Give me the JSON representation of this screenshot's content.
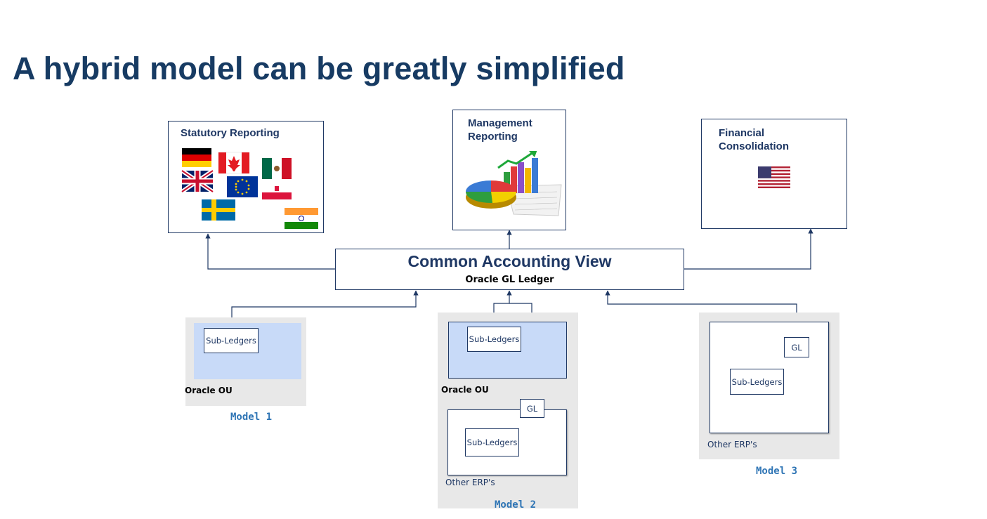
{
  "title": "A hybrid model can be greatly simplified",
  "reports": {
    "statutory": "Statutory Reporting",
    "management": "Management\nReporting",
    "consolidation": "Financial\nConsolidation"
  },
  "center": {
    "title": "Common Accounting View",
    "subtitle": "Oracle GL Ledger"
  },
  "models": [
    {
      "label": "Model 1",
      "ou_label": "Oracle OU",
      "sub_ledgers": "Sub-Ledgers"
    },
    {
      "label": "Model 2",
      "ou_label": "Oracle OU",
      "sub_ledgers": "Sub-Ledgers",
      "gl": "GL",
      "erp_sub_ledgers": "Sub-Ledgers",
      "erp_label": "Other ERP's"
    },
    {
      "label": "Model 3",
      "gl": "GL",
      "sub_ledgers": "Sub-Ledgers",
      "erp_label": "Other ERP's"
    }
  ],
  "icons": {
    "statutory": "country-flags-icon",
    "management": "charts-icon",
    "consolidation": "us-flag-icon"
  },
  "colors": {
    "title": "#173b63",
    "box_border": "#1f3864",
    "model_label": "#2f75b5",
    "oracle_ou_fill": "#c8daf8",
    "model_bg": "#e8e8e8"
  }
}
